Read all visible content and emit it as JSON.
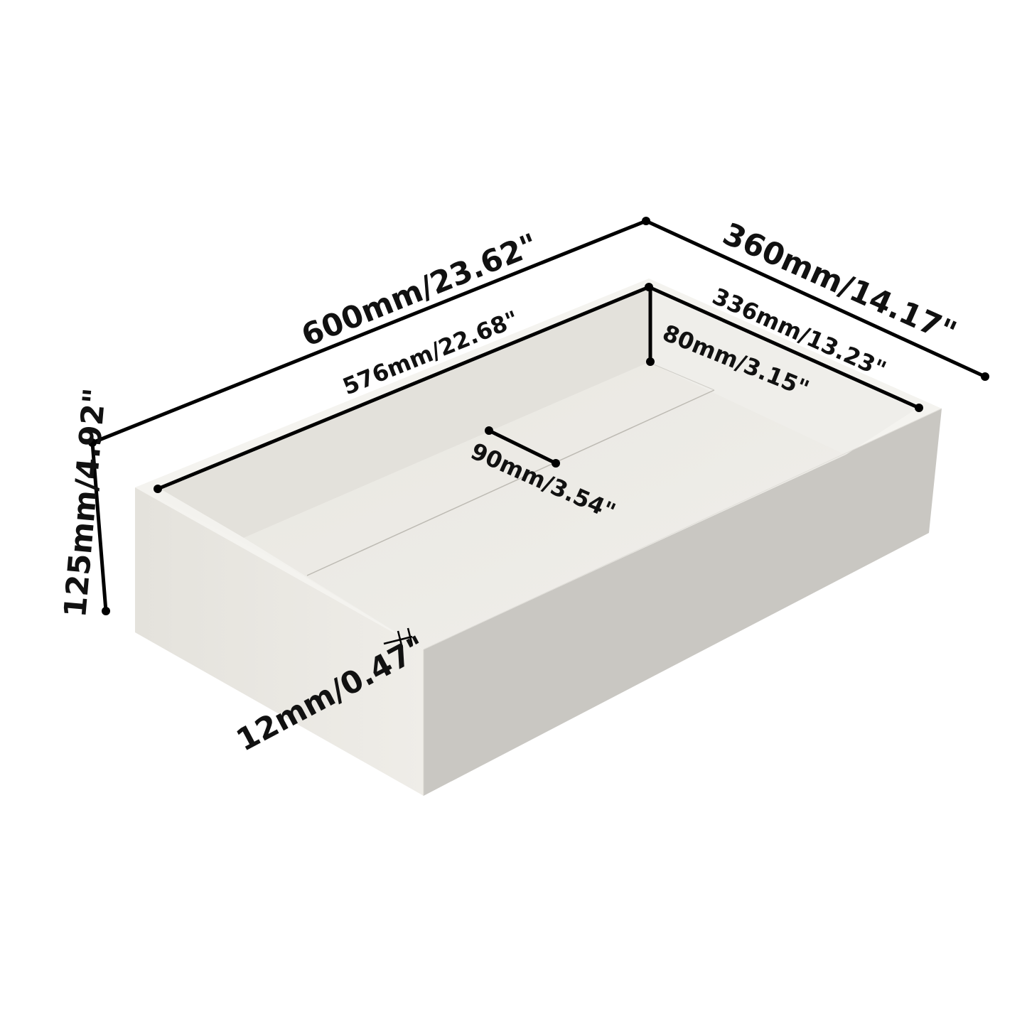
{
  "colors": {
    "background": "#ffffff",
    "box_front": "#eceae4",
    "box_side": "#c8c6c1",
    "box_top_rim": "#f4f3ef",
    "inner_back_left": "#e6e4de",
    "inner_back_right": "#ededea",
    "inner_floor": "#eceae6",
    "dimension": "#000000"
  },
  "dimensions": {
    "outer_length": "600mm/23.62\"",
    "outer_width": "360mm/14.17\"",
    "outer_height": "125mm/4.92\"",
    "inner_length": "576mm/22.68\"",
    "inner_width": "336mm/13.23\"",
    "inner_height": "80mm/3.15\"",
    "divider_width": "90mm/3.54\"",
    "wall_thickness": "12mm/0.47\""
  }
}
